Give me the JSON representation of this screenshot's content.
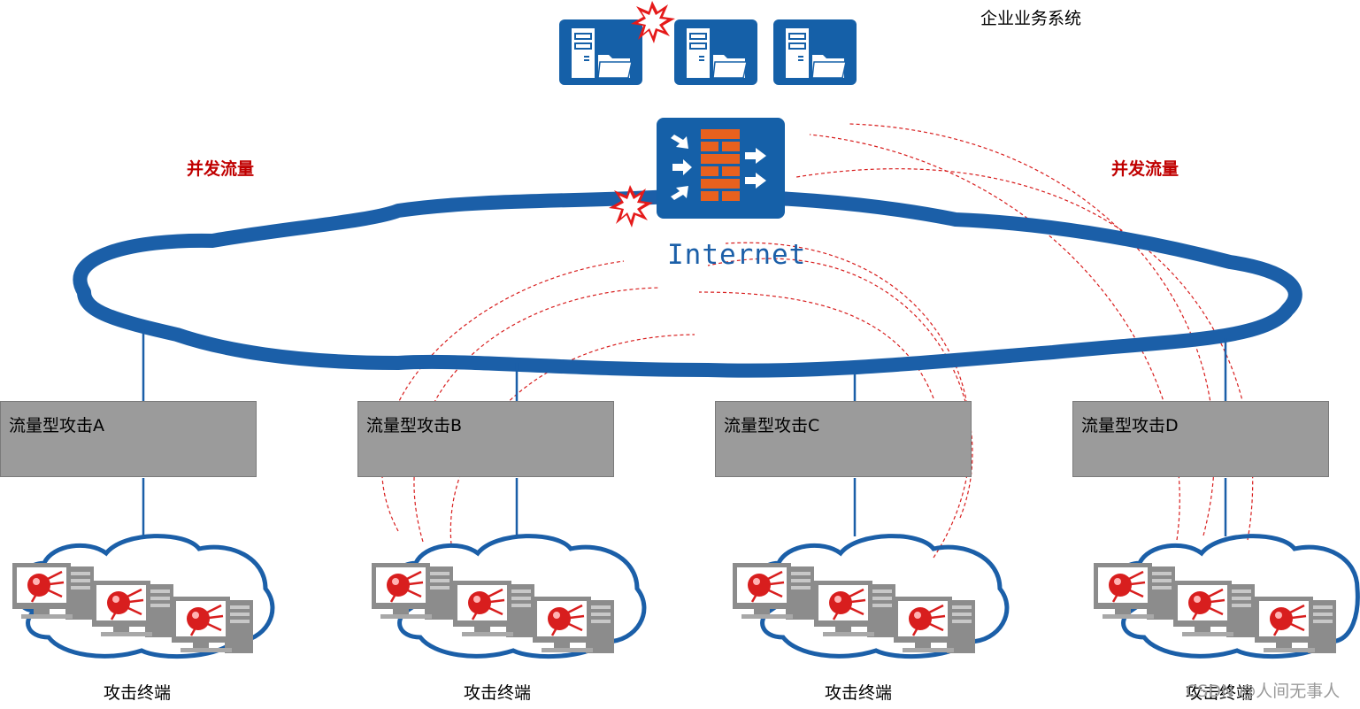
{
  "top": {
    "enterprise_system_label": "企业业务系统",
    "server_icons": [
      "server-folder-icon",
      "server-folder-icon",
      "server-folder-icon"
    ]
  },
  "firewall": {
    "icon": "firewall-icon"
  },
  "cloud": {
    "label": "Internet"
  },
  "concurrent_traffic": {
    "left": "并发流量",
    "right": "并发流量"
  },
  "attack_boxes": [
    {
      "label": "流量型攻击A"
    },
    {
      "label": "流量型攻击B"
    },
    {
      "label": "流量型攻击C"
    },
    {
      "label": "流量型攻击D"
    }
  ],
  "terminal_groups": [
    {
      "label": "攻击终端"
    },
    {
      "label": "攻击终端"
    },
    {
      "label": "攻击终端"
    },
    {
      "label": "攻击终端"
    }
  ],
  "watermark": "CSDN @人间无事人",
  "colors": {
    "network_blue": "#1b5fa8",
    "server_blue": "#1560a8",
    "firewall_orange": "#e8611e",
    "attack_red": "#d81e1e",
    "box_gray": "#9b9b9b",
    "traffic_label_red": "#c00000"
  }
}
